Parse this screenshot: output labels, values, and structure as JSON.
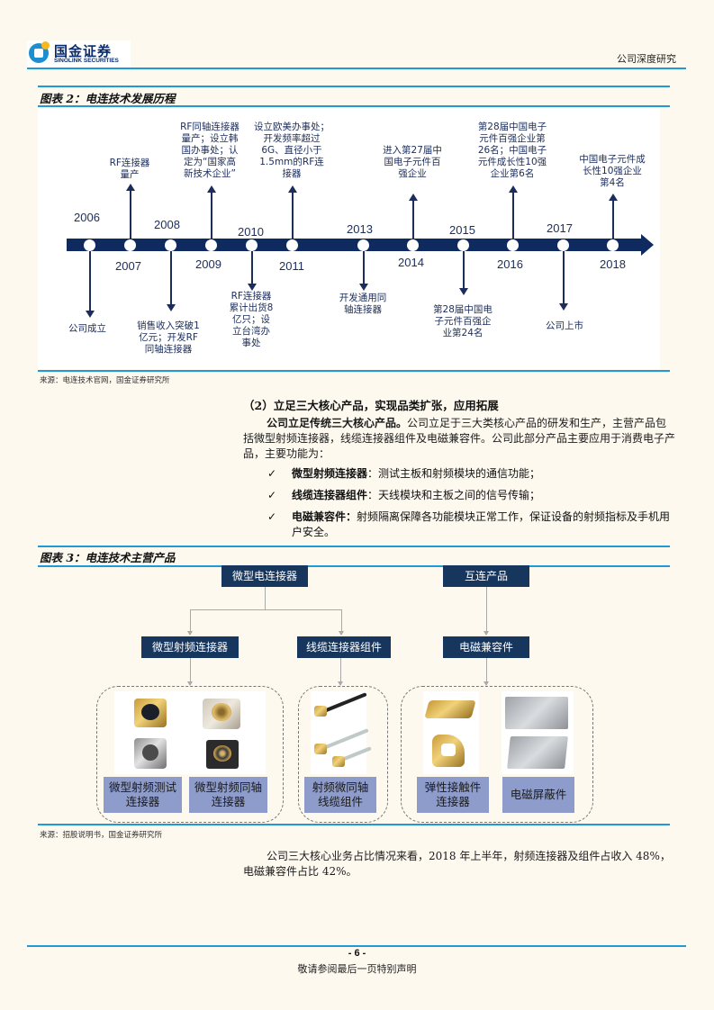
{
  "header": {
    "logo_cn": "国金证券",
    "logo_en": "SINOLINK SECURITIES",
    "report_type": "公司深度研究"
  },
  "figure2": {
    "title": "图表 2：电连技术发展历程",
    "source": "来源：电连技术官网，国金证券研究所",
    "events": [
      {
        "year": "2006",
        "label": "公司成立",
        "direction": "down"
      },
      {
        "year": "2007",
        "label": "RF连接器\n量产",
        "direction": "up"
      },
      {
        "year": "2008",
        "label": "销售收入突破1\n亿元；开发RF\n同轴连接器",
        "direction": "down"
      },
      {
        "year": "2009",
        "label": "RF同轴连接器\n量产；设立韩\n国办事处；认\n定为“国家高\n新技术企业”",
        "direction": "up"
      },
      {
        "year": "2010",
        "label": "RF连接器\n累计出货8\n亿只；设\n立台湾办\n事处",
        "direction": "down"
      },
      {
        "year": "2011",
        "label": "设立欧美办事处；\n开发频率超过\n6G、直径小于\n1.5mm的RF连\n接器",
        "direction": "up"
      },
      {
        "year": "2013",
        "label": "开发通用同\n轴连接器",
        "direction": "down"
      },
      {
        "year": "2014",
        "label": "进入第27届中\n国电子元件百\n强企业",
        "direction": "up"
      },
      {
        "year": "2015",
        "label": "第28届中国电\n子元件百强企\n业第24名",
        "direction": "down"
      },
      {
        "year": "2016",
        "label": "第28届中国电子\n元件百强企业第\n26名；中国电子\n元件成长性10强\n企业第6名",
        "direction": "up"
      },
      {
        "year": "2017",
        "label": "公司上市",
        "direction": "down"
      },
      {
        "year": "2018",
        "label": "中国电子元件成\n长性10强企业\n第4名",
        "direction": "up"
      }
    ]
  },
  "section": {
    "heading": "（2）立足三大核心产品，实现品类扩张，应用拓展",
    "intro_bold": "公司立足传统三大核心产品。",
    "intro_text": "公司立足于三大类核心产品的研发和生产，主营产品包括微型射频连接器，线缆连接器组件及电磁兼容件。公司此部分产品主要应用于消费电子产品，主要功能为：",
    "bullets": [
      {
        "term": "微型射频连接器",
        "desc": "：测试主板和射频模块的通信功能；"
      },
      {
        "term": "线缆连接器组件",
        "desc": "：天线模块和主板之间的信号传输；"
      },
      {
        "term": "电磁兼容件：",
        "desc": "射频隔离保障各功能模块正常工作，保证设备的射频指标及手机用户安全。"
      }
    ],
    "check_glyph": "✓"
  },
  "figure3": {
    "title": "图表 3：电连技术主营产品",
    "source": "来源：招股说明书，国金证券研究所",
    "top_nodes": [
      "微型电连接器",
      "互连产品"
    ],
    "mid_nodes": [
      "微型射频连接器",
      "线缆连接器组件",
      "电磁兼容件"
    ],
    "products": [
      "微型射频测试\n连接器",
      "微型射频同轴\n连接器",
      "射频微同轴\n线缆组件",
      "弹性接触件\n连接器",
      "电磁屏蔽件"
    ]
  },
  "closing": {
    "text": "公司三大核心业务占比情况来看，2018 年上半年，射频连接器及组件占收入 48%，电磁兼容件占比 42%。"
  },
  "footer": {
    "page": "- 6 -",
    "note": "敬请参阅最后一页特别声明"
  },
  "colors": {
    "accent_line": "#1e9bd7",
    "navy": "#17365d",
    "timeline": "#0f2a5f",
    "product_label": "#8e9ccb",
    "page_bg": "#fdf9ef"
  }
}
